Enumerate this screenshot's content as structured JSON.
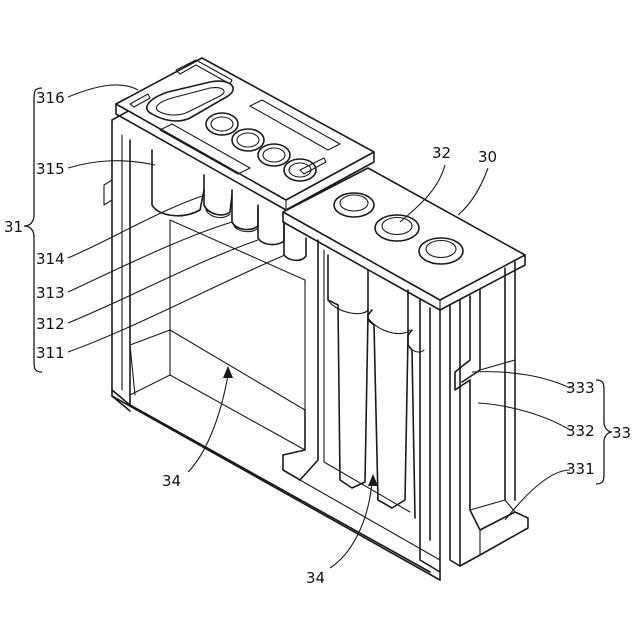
{
  "labels": {
    "l316": "316",
    "l315": "315",
    "l314": "314",
    "l313": "313",
    "l312": "312",
    "l311": "311",
    "l31": "31",
    "l32": "32",
    "l30": "30",
    "l333": "333",
    "l332": "332",
    "l331": "331",
    "l33": "33",
    "l34a": "34",
    "l34b": "34"
  }
}
